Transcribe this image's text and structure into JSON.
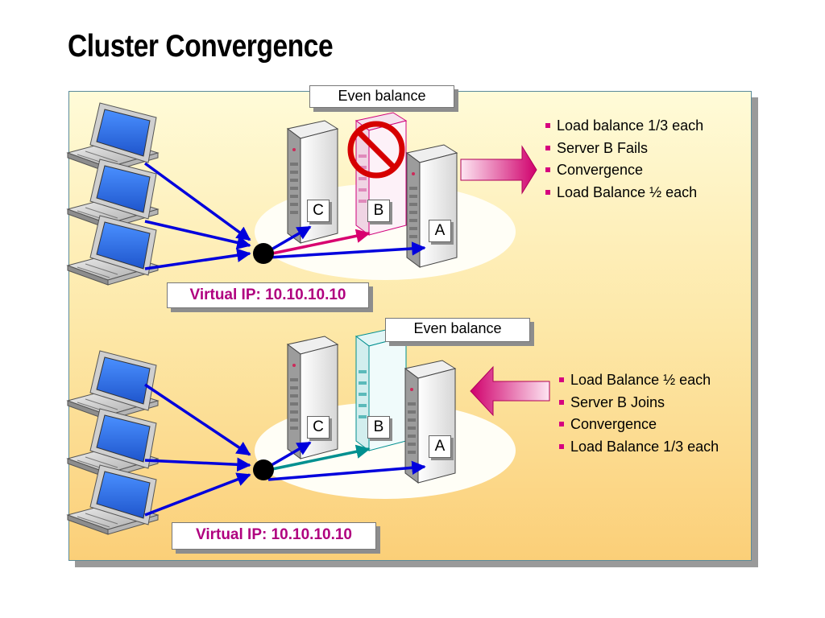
{
  "title": "Cluster Convergence",
  "top_scenario": {
    "balance_label": "Even balance",
    "virtual_ip": "Virtual IP: 10.10.10.10",
    "server_labels": {
      "a": "A",
      "b": "B",
      "c": "C"
    },
    "steps": [
      "Load balance 1/3 each",
      "Server B Fails",
      "Convergence",
      "Load Balance ½ each"
    ]
  },
  "bottom_scenario": {
    "balance_label": "Even balance",
    "virtual_ip": "Virtual IP: 10.10.10.10",
    "server_labels": {
      "a": "A",
      "b": "B",
      "c": "C"
    },
    "steps": [
      "Load Balance ½ each",
      "Server B Joins",
      "Convergence",
      "Load Balance 1/3 each"
    ]
  },
  "colors": {
    "client_link": "#0000dd",
    "failed_link": "#d8006f",
    "joined_link": "#009090",
    "bullet": "#d6007f",
    "vip_text": "#b0007f"
  }
}
